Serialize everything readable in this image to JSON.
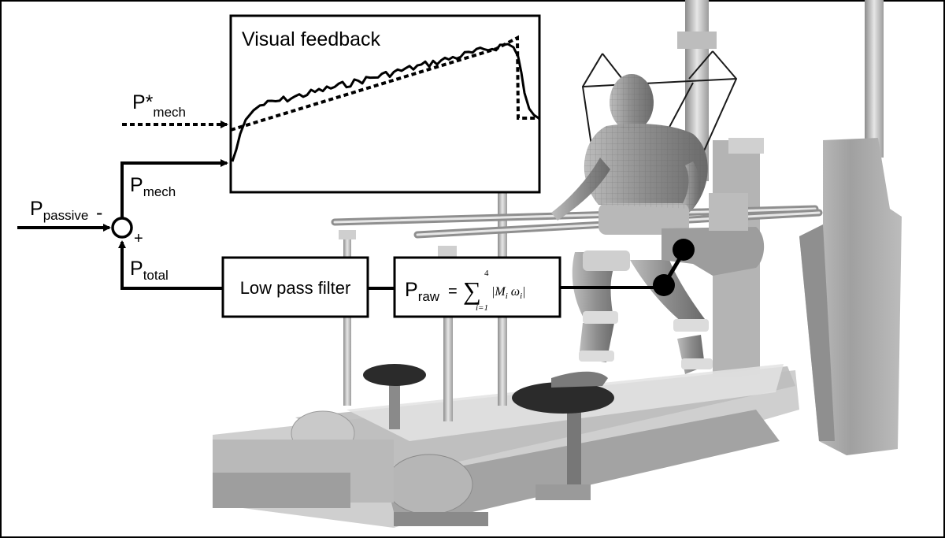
{
  "feedback_panel": {
    "title": "Visual feedback"
  },
  "signals": {
    "p_mech_target": {
      "base": "P*",
      "sub": "mech"
    },
    "p_mech": {
      "base": "P",
      "sub": "mech"
    },
    "p_passive": {
      "base": "P",
      "sub": "passive"
    },
    "p_total": {
      "base": "P",
      "sub": "total"
    },
    "sign_minus": "-",
    "sign_plus": "+"
  },
  "blocks": {
    "low_pass_filter": "Low pass filter",
    "p_raw": {
      "base": "P",
      "sub": "raw",
      "equals": "=",
      "sum_symbol": "∑",
      "sum_upper": "4",
      "sum_lower": "i=1",
      "term": "|M",
      "term_sub_1": "i",
      "term_omega": " ω",
      "term_sub_2": "i",
      "term_close": "|"
    }
  },
  "colors": {
    "line": "#000000",
    "device_light": "#d4d4d4",
    "device_mid": "#a9a9a9",
    "device_dark": "#6e6e6e",
    "seat": "#2b2b2b",
    "figure": "#8a8a8a",
    "background": "#ffffff"
  }
}
